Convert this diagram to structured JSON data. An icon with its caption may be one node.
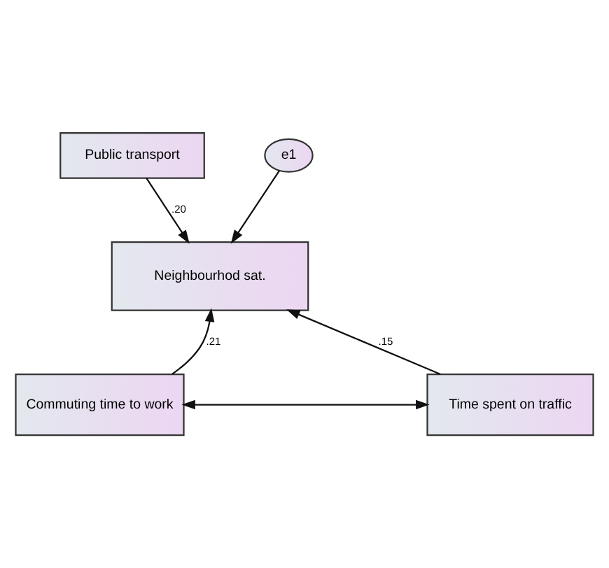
{
  "diagram": {
    "nodes": [
      {
        "text": [
          "Public transport"
        ]
      },
      {
        "text": [
          "e1"
        ]
      },
      {
        "text": [
          "Neighbourhod sat."
        ]
      },
      {
        "text": [
          "Commuting time to work"
        ]
      },
      {
        "text": [
          "Time spent on traffic"
        ]
      }
    ],
    "edges": [
      {
        "from": 0,
        "to": 2,
        "arrow": "to",
        "label": ".20"
      },
      {
        "from": 1,
        "to": 2,
        "arrow": "to"
      },
      {
        "from": 3,
        "to": 2,
        "arrow": "to",
        "label": ".21"
      },
      {
        "from": 4,
        "to": 2,
        "arrow": "to",
        "label": ".15"
      },
      {
        "from": 3,
        "to": 4,
        "arrow": "both"
      }
    ]
  }
}
